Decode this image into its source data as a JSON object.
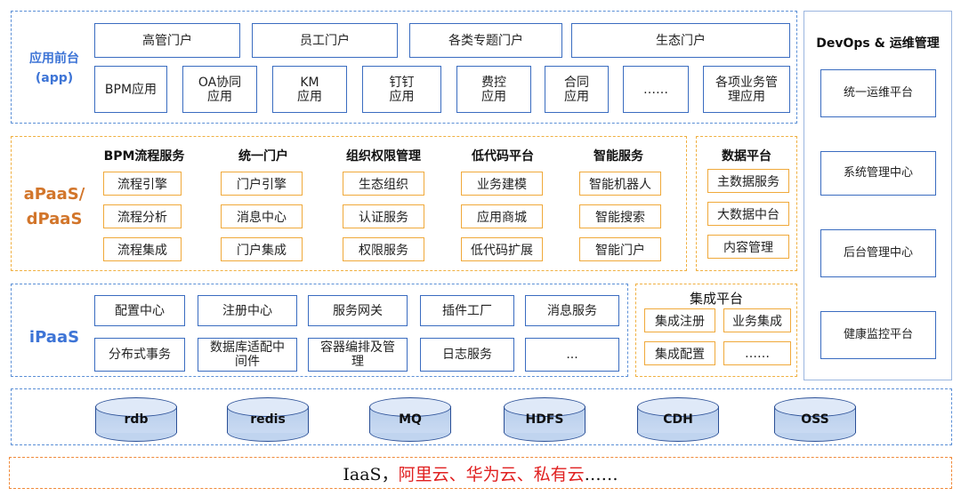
{
  "app_layer": {
    "label_line1": "应用前台",
    "label_line2": "(app)",
    "portals": [
      "高管门户",
      "员工门户",
      "各类专题门户",
      "生态门户"
    ],
    "apps": [
      {
        "line1": "BPM应用",
        "line2": ""
      },
      {
        "line1": "OA协同",
        "line2": "应用"
      },
      {
        "line1": "KM",
        "line2": "应用"
      },
      {
        "line1": "钉钉",
        "line2": "应用"
      },
      {
        "line1": "费控",
        "line2": "应用"
      },
      {
        "line1": "合同",
        "line2": "应用"
      },
      {
        "line1": "……",
        "line2": ""
      },
      {
        "line1": "各项业务管",
        "line2": "理应用"
      }
    ]
  },
  "apaas_layer": {
    "label_line1": "aPaaS/",
    "label_line2": "dPaaS",
    "columns": [
      {
        "title": "BPM流程服务",
        "items": [
          "流程引擎",
          "流程分析",
          "流程集成"
        ]
      },
      {
        "title": "统一门户",
        "items": [
          "门户引擎",
          "消息中心",
          "门户集成"
        ]
      },
      {
        "title": "组织权限管理",
        "items": [
          "生态组织",
          "认证服务",
          "权限服务"
        ]
      },
      {
        "title": "低代码平台",
        "items": [
          "业务建模",
          "应用商城",
          "低代码扩展"
        ]
      },
      {
        "title": "智能服务",
        "items": [
          "智能机器人",
          "智能搜索",
          "智能门户"
        ]
      }
    ],
    "data_platform": {
      "title": "数据平台",
      "items": [
        "主数据服务",
        "大数据中台",
        "内容管理"
      ]
    }
  },
  "ipaas_layer": {
    "label": "iPaaS",
    "row1": [
      "配置中心",
      "注册中心",
      "服务网关",
      "插件工厂",
      "消息服务"
    ],
    "row2": [
      {
        "line1": "分布式事务",
        "line2": ""
      },
      {
        "line1": "数据库适配中",
        "line2": "间件"
      },
      {
        "line1": "容器编排及管",
        "line2": "理"
      },
      {
        "line1": "日志服务",
        "line2": ""
      },
      {
        "line1": "...",
        "line2": ""
      }
    ],
    "integration": {
      "title": "集成平台",
      "items": [
        "集成注册",
        "业务集成",
        "集成配置",
        "……"
      ]
    }
  },
  "storage_layer": {
    "databases": [
      "rdb",
      "redis",
      "MQ",
      "HDFS",
      "CDH",
      "OSS"
    ]
  },
  "iaas_layer": {
    "prefix": "IaaS，",
    "highlight": "阿里云、华为云、私有云",
    "suffix": "……"
  },
  "devops": {
    "title": "DevOps & 运维管理",
    "items": [
      "统一运维平台",
      "系统管理中心",
      "后台管理中心",
      "健康监控平台"
    ]
  },
  "colors": {
    "blue_accent": "#3d74d6",
    "orange_accent": "#d2752a",
    "orange_border": "#f0a93a",
    "iaas_red": "#e02020"
  }
}
